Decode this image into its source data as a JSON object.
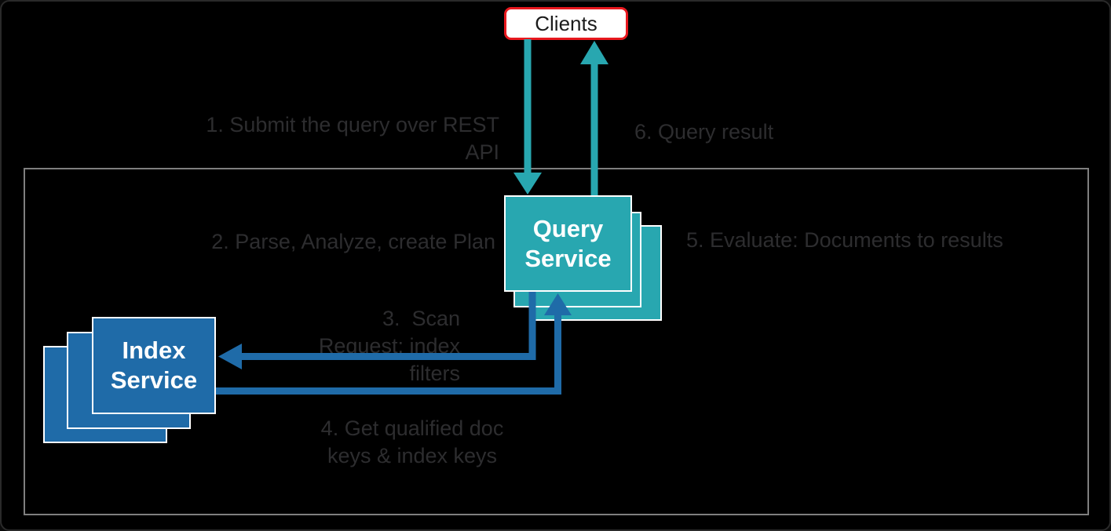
{
  "colors": {
    "background": "#000000",
    "teal": "#28A7B0",
    "blue": "#1F6BA8",
    "client_border_red": "#E8181E",
    "label_text": "#2D2D2F",
    "boundary_border": "#7F7F7F",
    "box_text": "#FFFFFF",
    "clients_text": "#1B1B1B"
  },
  "nodes": {
    "clients": {
      "label": "Clients"
    },
    "query_service": {
      "label": "Query\nService"
    },
    "index_service": {
      "label": "Index\nService"
    }
  },
  "steps": {
    "s1": "1. Submit the query over REST\nAPI",
    "s2": "2. Parse, Analyze, create Plan",
    "s3": "3.  Scan\nRequest; index\nfilters",
    "s4": "4. Get qualified doc\nkeys & index keys",
    "s5": "5. Evaluate: Documents to results",
    "s6": "6. Query result"
  }
}
